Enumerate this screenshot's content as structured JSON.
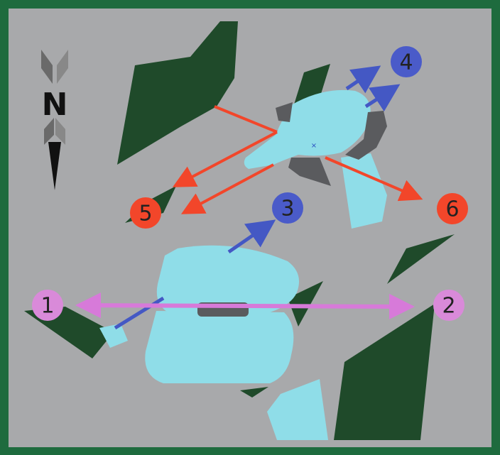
{
  "colors": {
    "frame": "#1e6b3e",
    "background": "#a8a9ab",
    "vegetation": "#1f4a2a",
    "water": "#8fdde8",
    "rock": "#5a5b5e",
    "red_arrow": "#f2462a",
    "blue_arrow": "#4458c4",
    "magenta_arrow": "#d77ad9",
    "red_marker": "#f2462a",
    "blue_marker": "#4a5bc9",
    "magenta_marker": "#d98ad9",
    "marker_text": "#222222"
  },
  "north_arrow": {
    "icon": "north-arrow-icon",
    "label": "N"
  },
  "markers": [
    {
      "id": "1",
      "label": "1",
      "color_key": "magenta_marker"
    },
    {
      "id": "2",
      "label": "2",
      "color_key": "magenta_marker"
    },
    {
      "id": "3",
      "label": "3",
      "color_key": "blue_marker"
    },
    {
      "id": "4",
      "label": "4",
      "color_key": "blue_marker"
    },
    {
      "id": "5",
      "label": "5",
      "color_key": "red_marker"
    },
    {
      "id": "6",
      "label": "6",
      "color_key": "red_marker"
    }
  ],
  "arrows": [
    {
      "id": "magenta-1-2",
      "color_key": "magenta_arrow",
      "from": "1",
      "to": "2",
      "bidirectional": true
    },
    {
      "id": "blue-to-3",
      "color_key": "blue_arrow",
      "to": "3"
    },
    {
      "id": "blue-to-4-a",
      "color_key": "blue_arrow",
      "to": "4"
    },
    {
      "id": "blue-to-4-b",
      "color_key": "blue_arrow",
      "to": "4"
    },
    {
      "id": "red-to-5-a",
      "color_key": "red_arrow",
      "to": "5"
    },
    {
      "id": "red-to-5-b",
      "color_key": "red_arrow",
      "to": "5"
    },
    {
      "id": "red-to-6",
      "color_key": "red_arrow",
      "to": "6"
    }
  ]
}
